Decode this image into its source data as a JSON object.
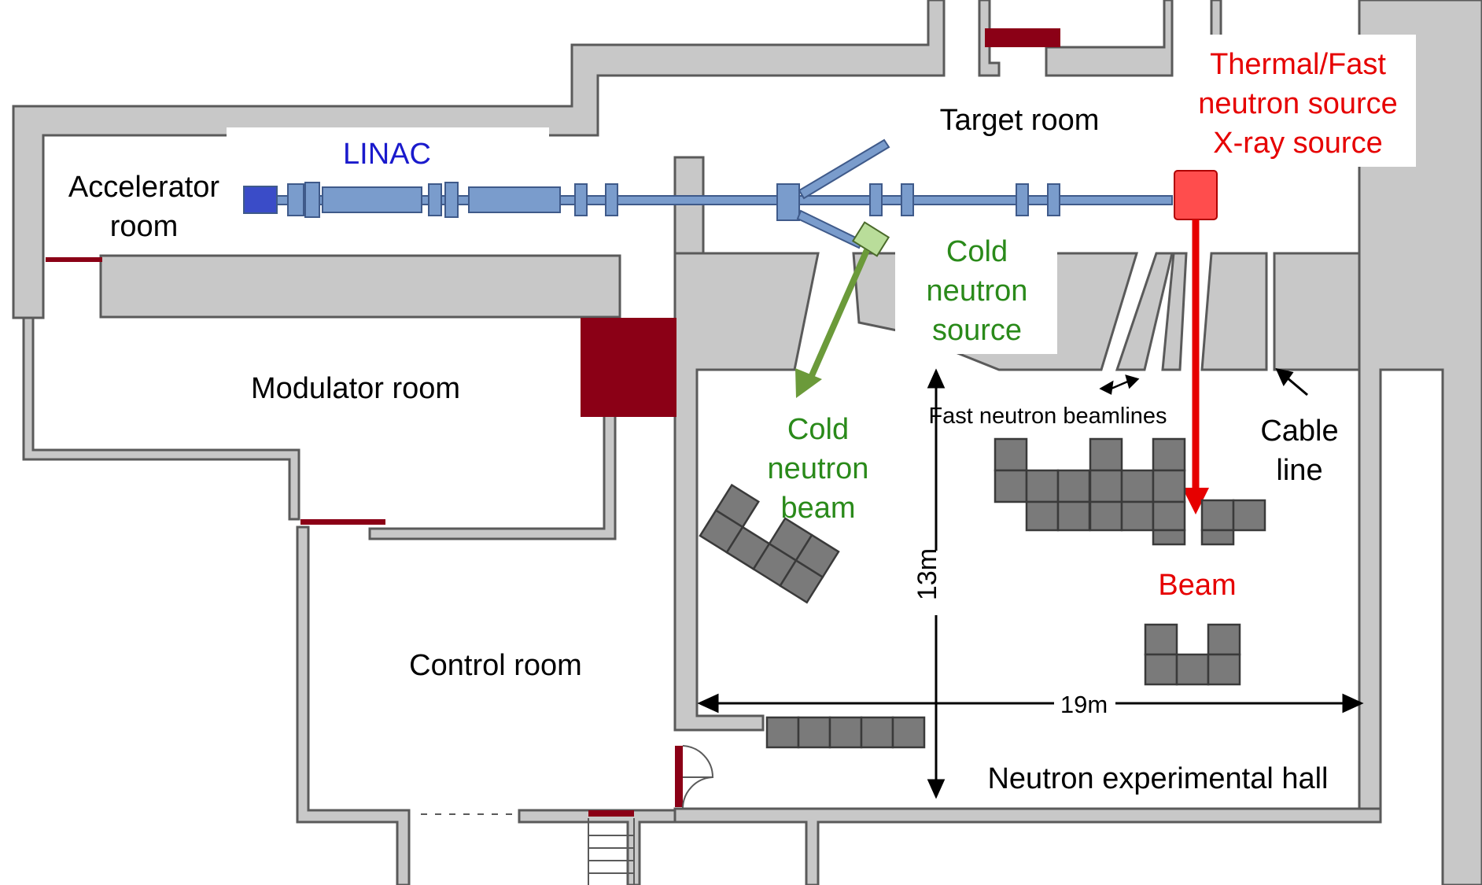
{
  "labels": {
    "accelerator_room_1": "Accelerator",
    "accelerator_room_2": "room",
    "linac": "LINAC",
    "target_room": "Target room",
    "source_line1": "Thermal/Fast",
    "source_line2": "neutron source",
    "source_line3": "X-ray source",
    "modulator_room": "Modulator room",
    "cold_source_1": "Cold",
    "cold_source_2": "neutron",
    "cold_source_3": "source",
    "cold_beam_1": "Cold",
    "cold_beam_2": "neutron",
    "cold_beam_3": "beam",
    "fast_beamlines": "Fast neutron beamlines",
    "cable_line_1": "Cable",
    "cable_line_2": "line",
    "beam": "Beam",
    "control_room": "Control room",
    "dim_13m": "13m",
    "dim_19m": "19m",
    "hall": "Neutron experimental hall"
  },
  "colors": {
    "wall": "#c8c8c8",
    "wall_stroke": "#5a5a5a",
    "door_red": "#8b0016",
    "beamline": "#7a9ccc",
    "linac_dark": "#3a4cc8",
    "thermal_source": "#ff4d4d",
    "cold_green": "#6b9a3a",
    "shield_block": "#7a7a7a",
    "label_blue": "#1a1acc",
    "label_red": "#e60000",
    "label_green": "#2a8a1a"
  }
}
